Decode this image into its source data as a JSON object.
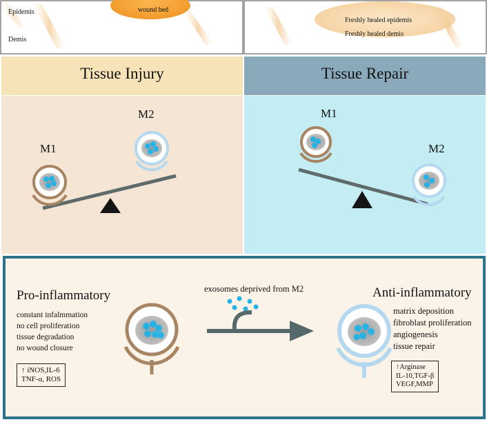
{
  "top_left": {
    "epidermis": "Epidemis",
    "dermis": "Demis",
    "wound": "wound bed"
  },
  "top_right": {
    "epidermis": "Freshly healed epidemis",
    "dermis": "Freshly healed demis"
  },
  "injury": {
    "title": "Tissue Injury",
    "m1": "M1",
    "m2": "M2"
  },
  "repair": {
    "title": "Tissue Repair",
    "m1": "M1",
    "m2": "M2"
  },
  "bottom": {
    "pro_title": "Pro-inflammatory",
    "pro_items": [
      "constant infalmmation",
      "no cell proliferation",
      "tissue degradation",
      "no wound closure"
    ],
    "pro_markers": [
      "↑ iNOS,IL-6",
      "TNF-α,   ROS"
    ],
    "exosome_label": "exosomes deprived from M2",
    "anti_title": "Anti-inflammatory",
    "anti_items": [
      "matrix deposition",
      "fibroblast proliferation",
      "angiogenesis",
      "tissue repair"
    ],
    "anti_markers": [
      "↑Arginase",
      "IL-10,TGF-β",
      "VEGF,MMP"
    ]
  },
  "colors": {
    "injury_header": "#f6e3b8",
    "injury_body": "#f4e5d4",
    "repair_header": "#8aaabb",
    "repair_body": "#c4ecf3",
    "m1_ring": "#a88562",
    "m2_ring": "#b4d8ef",
    "dot": "#27b2e6",
    "border": "#2a7388",
    "arrow": "#55686a"
  }
}
